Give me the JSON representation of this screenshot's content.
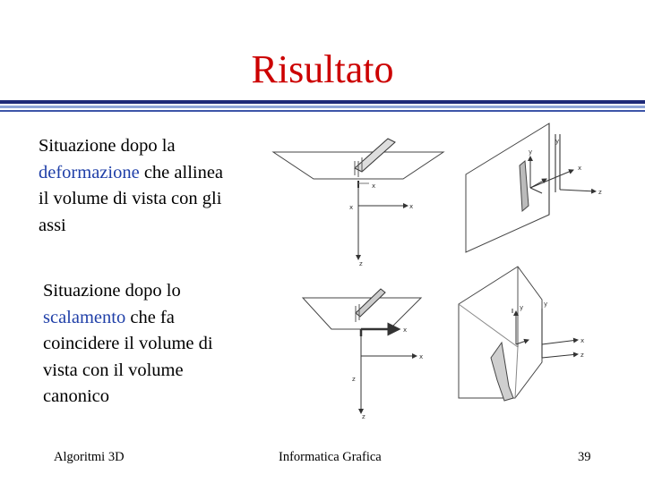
{
  "slide": {
    "title": "Risultato",
    "colors": {
      "title": "#cc0000",
      "highlight": "#1f3fa8",
      "rule_dark": "#1e2a78",
      "rule_light": "#8fa6d8"
    }
  },
  "block1": {
    "before": "Situazione dopo la",
    "highlight": "deformazione",
    "after_hl": " che allinea",
    "line3": "il volume di vista con gli",
    "line4": "assi"
  },
  "block2": {
    "line1": "Situazione dopo lo",
    "highlight": "scalamento",
    "after_hl": " che fa",
    "line3": "coincidere il volume di",
    "line4": "vista con il volume",
    "line5": "canonico"
  },
  "figures": {
    "axis_labels": {
      "x": "x",
      "y": "y",
      "z": "z"
    }
  },
  "footer": {
    "left": "Algoritmi 3D",
    "center": "Informatica Grafica",
    "page": "39"
  }
}
